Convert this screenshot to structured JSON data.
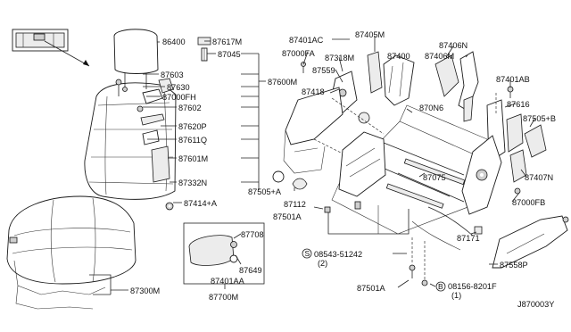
{
  "labels": {
    "p86400": "86400",
    "p87617M": "87617M",
    "p87045": "87045",
    "p87603": "87603",
    "p87630": "87630",
    "p87000FH": "87000FH",
    "p87602": "87602",
    "p87600M": "87600M",
    "p87620P": "87620P",
    "p87611Q": "87611Q",
    "p87601M": "87601M",
    "p87332N": "87332N",
    "p87414A": "87414+A",
    "p87300M": "87300M",
    "p87708": "87708",
    "p87649": "87649",
    "p87401AA": "87401AA",
    "p87700M": "87700M",
    "p87401AC": "87401AC",
    "p87405M": "87405M",
    "p87000FA": "87000FA",
    "p87318M": "87318M",
    "p87559": "87559",
    "p87400": "87400",
    "p87406N": "87406N",
    "p87406M": "87406M",
    "p87418": "87418",
    "p87401AB": "87401AB",
    "p870N6": "870N6",
    "p87616": "87616",
    "p87505B": "87505+B",
    "p87075": "87075",
    "p87505A": "87505+A",
    "p87112": "87112",
    "p87407N": "87407N",
    "p87000FB": "87000FB",
    "p87501A_top": "87501A",
    "p87171": "87171",
    "p08543": "08543-51242",
    "p08543_qty": "(2)",
    "p87558P": "87558P",
    "p87501A_bot": "87501A",
    "p08156": "08156-8201F",
    "p08156_qty": "(1)",
    "p_code": "J870003Y"
  },
  "symbols": {
    "screw_s": "S",
    "bolt_b": "B"
  }
}
